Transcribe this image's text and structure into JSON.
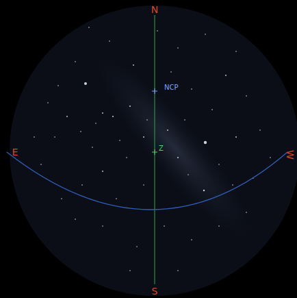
{
  "diagram": {
    "labels": [
      "N",
      "NCP",
      "E",
      "Z",
      "W",
      "S"
    ]
  }
}
